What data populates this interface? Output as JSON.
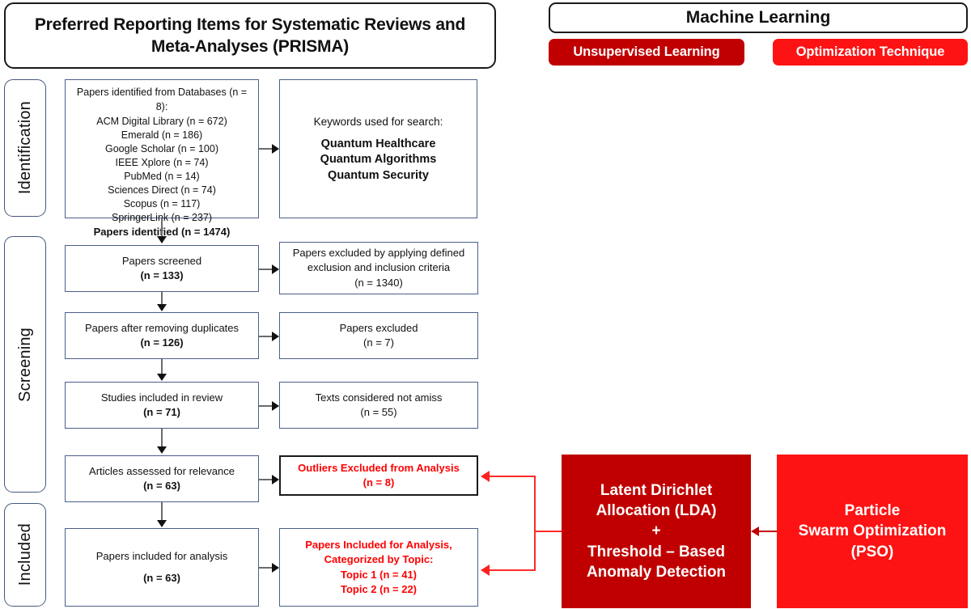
{
  "prisma": {
    "title": "Preferred Reporting Items for Systematic Reviews and Meta-Analyses (PRISMA)",
    "stages": [
      {
        "key": "identification",
        "label": "Identification"
      },
      {
        "key": "screening",
        "label": "Screening"
      },
      {
        "key": "included",
        "label": "Included"
      }
    ],
    "identification": {
      "sources_box": {
        "header": "Papers identified from Databases (n = 8):",
        "databases": [
          "ACM Digital Library (n = 672)",
          "Emerald (n = 186)",
          "Google Scholar (n = 100)",
          "IEEE Xplore (n = 74)",
          "PubMed (n = 14)",
          "Sciences Direct (n = 74)",
          "Scopus (n = 117)",
          "SpringerLink (n = 237)"
        ],
        "total": "Papers identified (n = 1474)"
      },
      "keywords_box": {
        "header": "Keywords used for search:",
        "keywords": [
          "Quantum Healthcare",
          "Quantum Algorithms",
          "Quantum Security"
        ]
      }
    },
    "screening": {
      "rows": [
        {
          "left_label": "Papers screened",
          "left_count": "(n = 133)",
          "right_label": "Papers excluded by applying defined exclusion and inclusion criteria",
          "right_count": "(n = 1340)"
        },
        {
          "left_label": "Papers after removing duplicates",
          "left_count": "(n = 126)",
          "right_label": "Papers excluded",
          "right_count": "(n = 7)"
        },
        {
          "left_label": "Studies included in review",
          "left_count": "(n = 71)",
          "right_label": "Texts considered not amiss",
          "right_count": "(n = 55)"
        },
        {
          "left_label": "Articles assessed for relevance",
          "left_count": "(n = 63)",
          "right_label": "Outliers Excluded from Analysis",
          "right_count": "(n = 8)"
        }
      ]
    },
    "included": {
      "left_label": "Papers included for analysis",
      "left_count": "(n = 63)",
      "right_title": "Papers Included for Analysis,",
      "right_subtitle": "Categorized by Topic:",
      "right_topic1": "Topic 1 (n = 41)",
      "right_topic2": "Topic 2 (n = 22)"
    }
  },
  "machine_learning": {
    "title": "Machine Learning",
    "pills": [
      {
        "label": "Unsupervised Learning",
        "color": "#c00000"
      },
      {
        "label": "Optimization Technique",
        "color": "#fd1313"
      }
    ],
    "blocks": [
      {
        "line1": "Latent Dirichlet",
        "line2": "Allocation (LDA)",
        "line3": "+",
        "line4": "Threshold – Based",
        "line5": "Anomaly Detection",
        "color": "#c00000"
      },
      {
        "line1": "Particle",
        "line2": "Swarm Optimization",
        "line3": "(PSO)",
        "color": "#fd1313"
      }
    ]
  },
  "colors": {
    "box_border_blue": "#4a5f8a",
    "box_border_black": "#1a1a1a",
    "accent_red": "#ff0000",
    "connector_red": "#ff2a2a",
    "connector_gray": "#6b6b6b",
    "dark_red": "#c00000",
    "bright_red": "#fd1313"
  }
}
